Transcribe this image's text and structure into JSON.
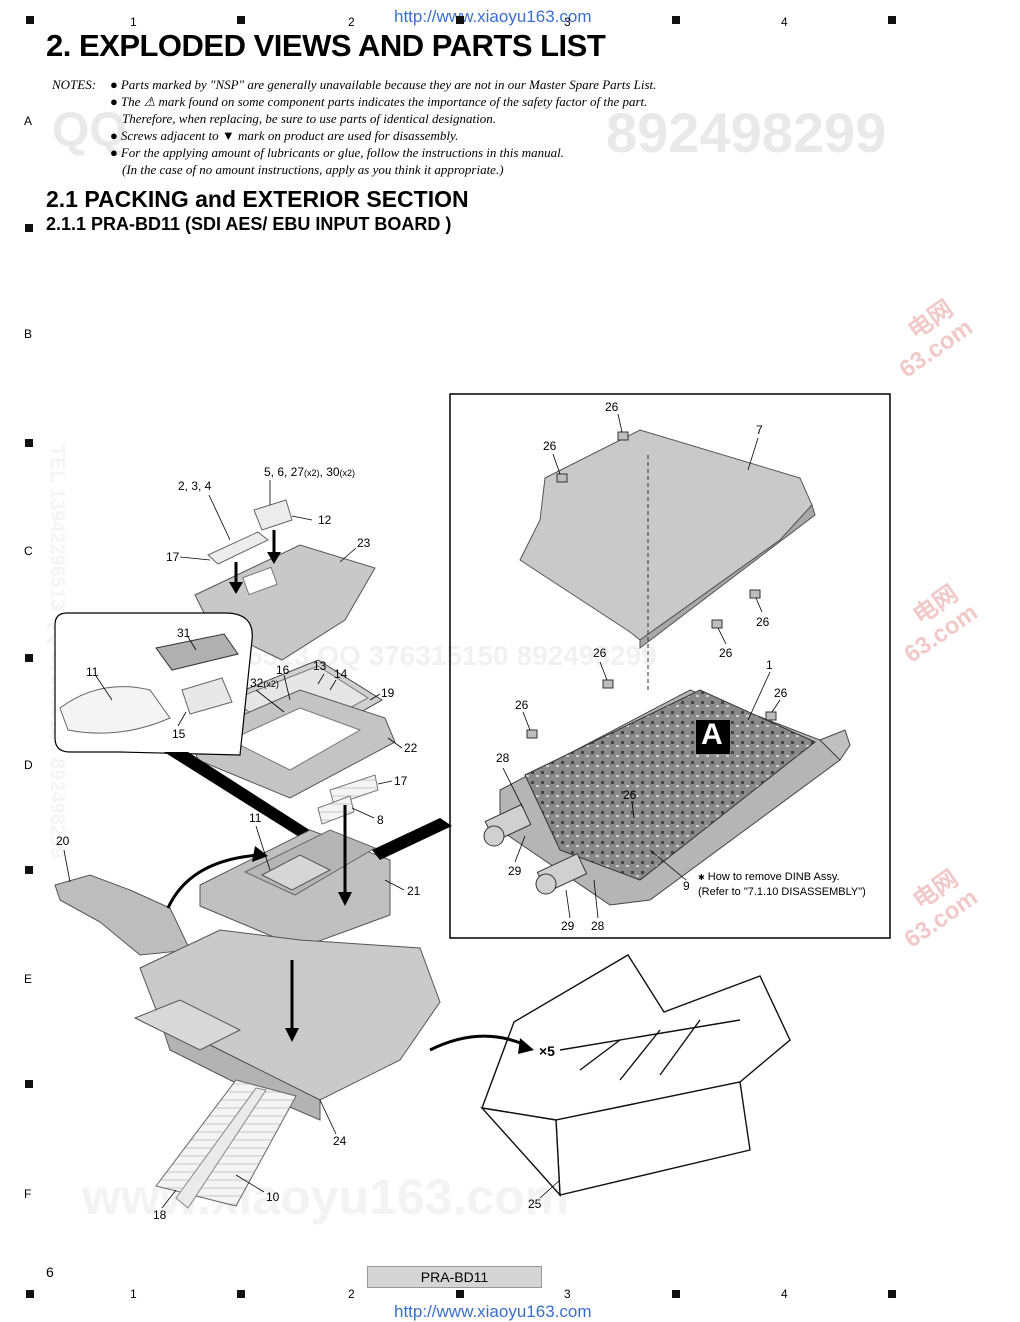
{
  "header": {
    "url": "http://www.xiaoyu163.com",
    "title": "2. EXPLODED VIEWS AND PARTS LIST"
  },
  "grid": {
    "columns": [
      "1",
      "2",
      "3",
      "4"
    ],
    "rows": [
      "A",
      "B",
      "C",
      "D",
      "E",
      "F"
    ]
  },
  "notes": {
    "label": "NOTES:",
    "items": [
      "Parts marked by \"NSP\" are generally unavailable because they are not in our Master Spare Parts List.",
      "The ⚠ mark found on some component parts indicates the importance of the safety factor of the part.",
      "Therefore, when replacing, be sure to use parts of identical designation.",
      "Screws adjacent to ▼ mark on product are used for disassembly.",
      "For the applying amount of lubricants or glue, follow the instructions in this manual.",
      "(In the case of no amount instructions, apply as you think it appropriate.)"
    ]
  },
  "section": {
    "heading": "2.1  PACKING and EXTERIOR SECTION",
    "subheading": "2.1.1  PRA-BD11 (SDI AES/ EBU INPUT BOARD )"
  },
  "watermarks": {
    "qq_top": "QQ",
    "number_top": "892498299",
    "tel_band": "TEL  13942296513  QQ  376315150  892498299",
    "side_text": "TEL 13942296513 QQ 376315150 892498299",
    "bottom": "www.xiaoyu163.com",
    "red_1": "电网",
    "red_2": "63.com"
  },
  "callouts": {
    "c26a": "26",
    "c7": "7",
    "c26b": "26",
    "c26c": "26",
    "c26d": "26",
    "c26e": "26",
    "c1": "1",
    "c26f": "26",
    "c26g": "26",
    "c26h": "26",
    "c28a": "28",
    "c29a": "29",
    "c29b": "29",
    "c28b": "28",
    "c9": "9",
    "c234": "2, 3, 4",
    "c5627": "5, 6, 27",
    "x2a": "(x2)",
    "c30": ", 30",
    "x2b": "(x2)",
    "c12": "12",
    "c17a": "17",
    "c23": "23",
    "c31": "31",
    "c11a": "11",
    "c16": "16",
    "c13": "13",
    "c14": "14",
    "c32": "32",
    "x2c": "(x2)",
    "c19": "19",
    "c15": "15",
    "c22": "22",
    "c17b": "17",
    "c8": "8",
    "c11b": "11",
    "c20": "20",
    "c21": "21",
    "c24": "24",
    "c10": "10",
    "c18": "18",
    "c25": "25",
    "x5": "×5",
    "boxA": "A"
  },
  "detail_note": {
    "line1": "How to remove DINB Assy.",
    "line2": "(Refer to \"7.1.10 DISASSEMBLY\")"
  },
  "footer": {
    "page": "6",
    "model": "PRA-BD11",
    "url": "http://www.xiaoyu163.com"
  }
}
